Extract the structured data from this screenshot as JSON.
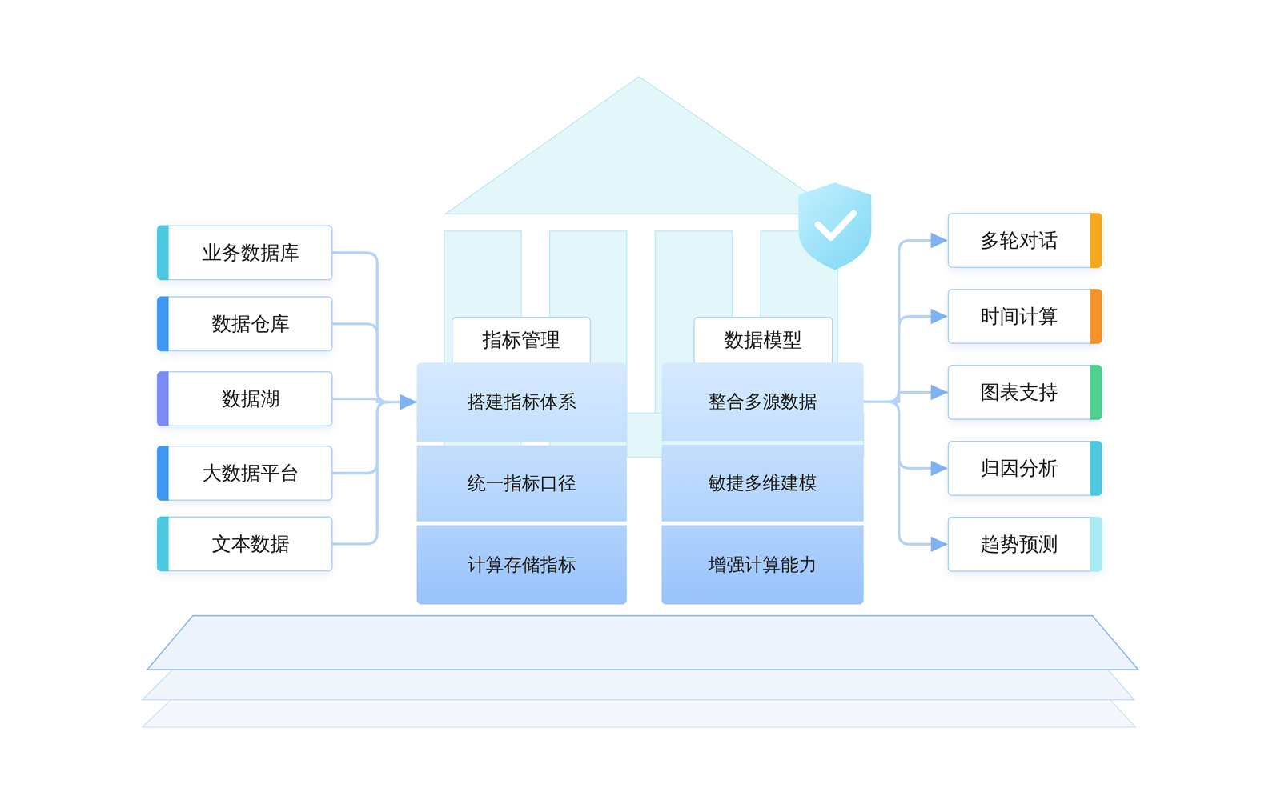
{
  "diagram": {
    "nodes": [
      {
        "text": [
          "业务数据库"
        ]
      },
      {
        "text": [
          "数据仓库"
        ]
      },
      {
        "text": [
          "数据湖"
        ]
      },
      {
        "text": [
          "大数据平台"
        ]
      },
      {
        "text": [
          "文本数据"
        ]
      },
      {
        "text": [
          "指标管理"
        ]
      },
      {
        "text": [
          "搭建指标体系"
        ]
      },
      {
        "text": [
          "统一指标口径"
        ]
      },
      {
        "text": [
          "计算存储指标"
        ]
      },
      {
        "text": [
          "数据模型"
        ]
      },
      {
        "text": [
          "整合多源数据"
        ]
      },
      {
        "text": [
          "敏捷多维建模"
        ]
      },
      {
        "text": [
          "增强计算能力"
        ]
      },
      {
        "text": [
          "多轮对话"
        ]
      },
      {
        "text": [
          "时间计算"
        ]
      },
      {
        "text": [
          "图表支持"
        ]
      },
      {
        "text": [
          "归因分析"
        ]
      },
      {
        "text": [
          "趋势预测"
        ]
      }
    ],
    "edges": [
      {
        "from": 0,
        "to": 6,
        "arrow": "to"
      },
      {
        "from": 1,
        "to": 6,
        "arrow": "to"
      },
      {
        "from": 2,
        "to": 6,
        "arrow": "to"
      },
      {
        "from": 3,
        "to": 6,
        "arrow": "to"
      },
      {
        "from": 4,
        "to": 6,
        "arrow": "to"
      },
      {
        "from": 10,
        "to": 13,
        "arrow": "to"
      },
      {
        "from": 10,
        "to": 14,
        "arrow": "to"
      },
      {
        "from": 10,
        "to": 15,
        "arrow": "to"
      },
      {
        "from": 10,
        "to": 16,
        "arrow": "to"
      },
      {
        "from": 10,
        "to": 17,
        "arrow": "to"
      }
    ]
  }
}
